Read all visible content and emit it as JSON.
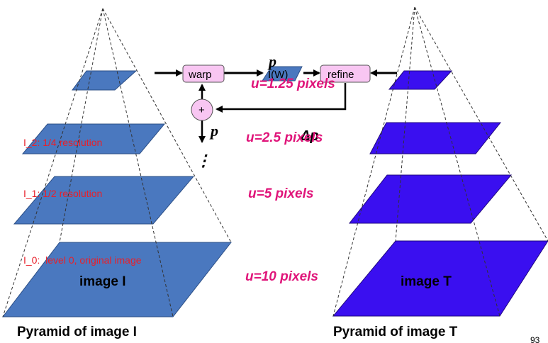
{
  "colors": {
    "pyramid_I_fill": "#4a78bf",
    "pyramid_T_fill": "#3a0ff0",
    "node_fill": "#f8c6f2",
    "red_label": "#e8202a",
    "magenta_label": "#e0157a"
  },
  "pyramid_I": {
    "caption": "Pyramid of image I",
    "level_labels": [
      "I_2: 1/4 resolution",
      "I_1: 1/2 resolution",
      "I_0:  level 0, original image"
    ],
    "base_label": "image I"
  },
  "pyramid_T": {
    "caption": "Pyramid of image T",
    "base_label": "image T"
  },
  "flow": {
    "warp": "warp",
    "iw": "I(W)",
    "refine": "refine",
    "plus": "+",
    "p_top": "p",
    "p_out": "p",
    "delta_p": "Δp",
    "ellipsis": "⋮"
  },
  "motion_labels": [
    "u=1.25 pixels",
    "u=2.5 pixels",
    "u=5 pixels",
    "u=10 pixels"
  ],
  "page_number": "93"
}
